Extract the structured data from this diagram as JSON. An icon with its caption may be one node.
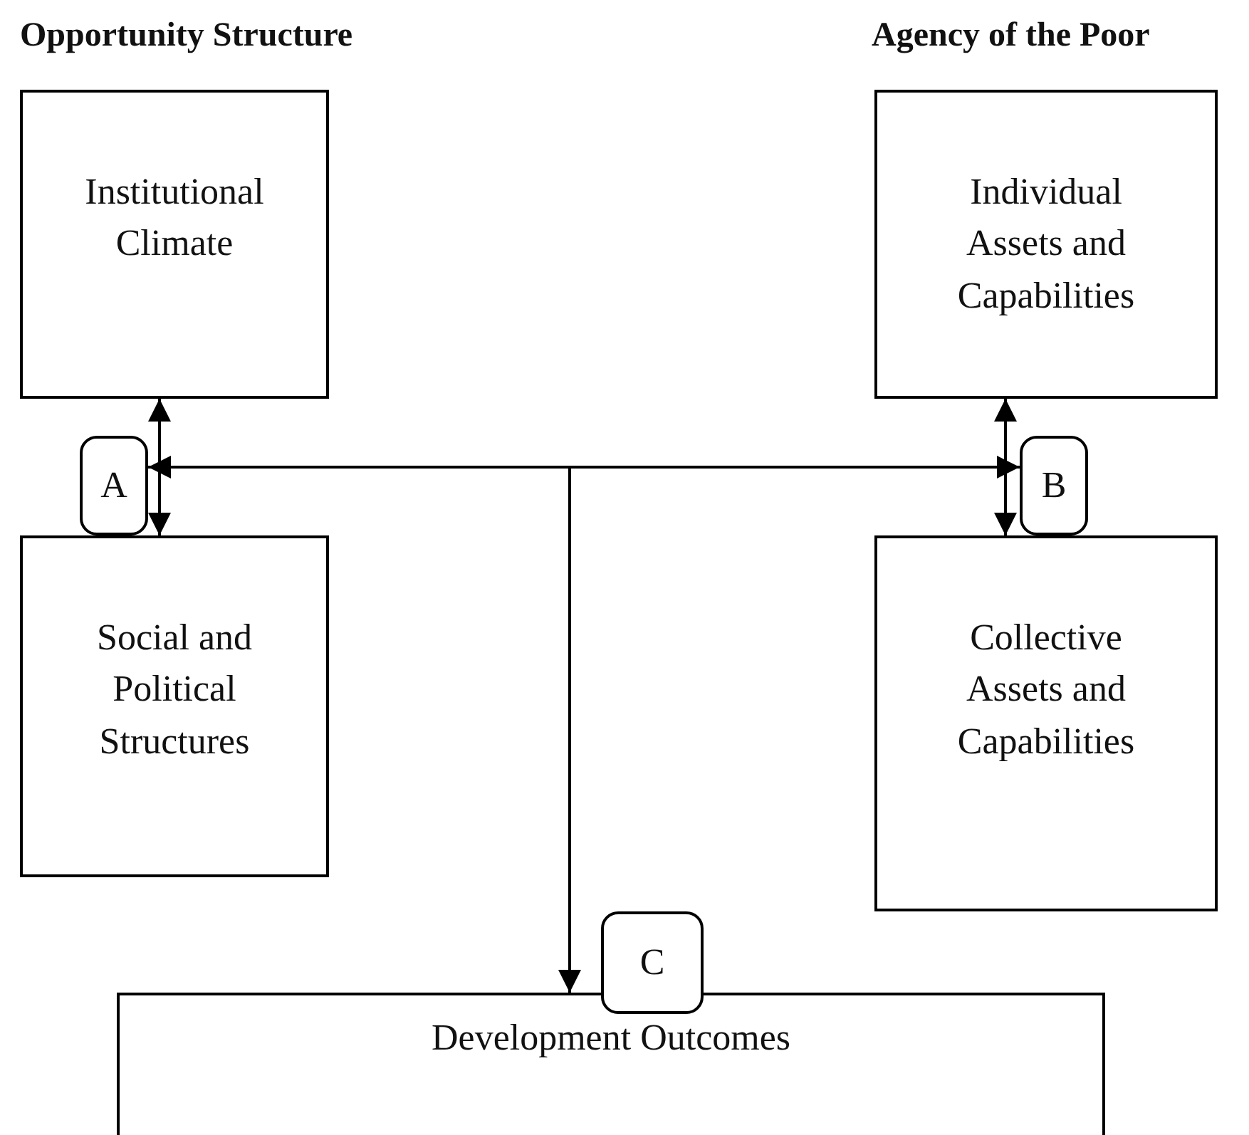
{
  "diagram": {
    "nodes": [
      {
        "text": [
          "Institutional Climate"
        ]
      },
      {
        "text": [
          "Social and Political Structures"
        ]
      },
      {
        "text": [
          "Individual Assets and Capabilities"
        ]
      },
      {
        "text": [
          "Collective Assets and Capabilities"
        ]
      },
      {
        "text": [
          "Development Outcomes"
        ]
      },
      {
        "text": [
          "A"
        ]
      },
      {
        "text": [
          "B"
        ]
      },
      {
        "text": [
          "C"
        ]
      }
    ],
    "edges": [
      {
        "from": 0,
        "to": 1,
        "arrow": "both"
      },
      {
        "from": 2,
        "to": 3,
        "arrow": "both"
      },
      {
        "from": 5,
        "to": 6,
        "arrow": "both"
      },
      {
        "from": null,
        "to": 4,
        "arrow": "to"
      }
    ],
    "labels": [
      "Opportunity Structure",
      "Agency of the Poor"
    ]
  }
}
